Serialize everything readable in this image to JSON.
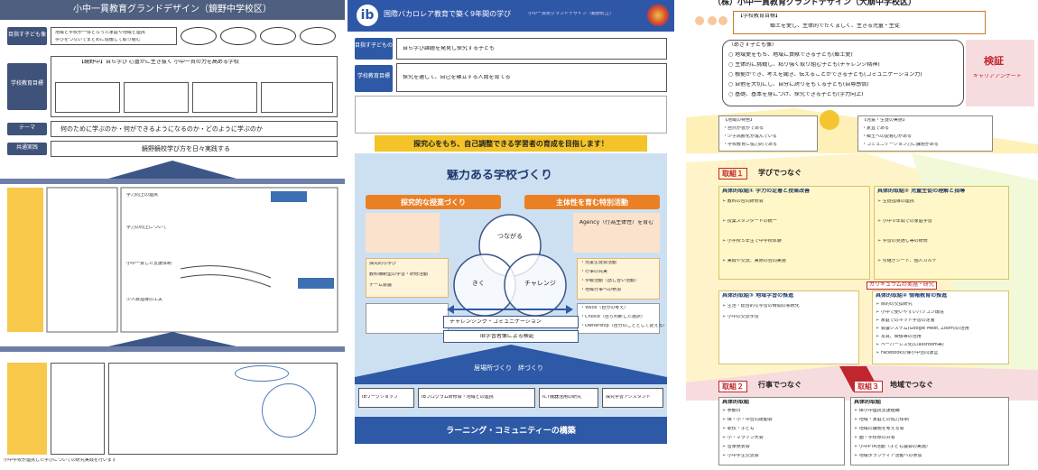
{
  "panel1": {
    "title": "小中一貫教育グランドデザイン（鏡野中学校区）",
    "row_labels": [
      "目指す子ども像",
      "学校教育目標",
      "テーマ",
      "共通実践"
    ],
    "intro_lines": [
      "地域と学校が一体となった家庭や地域と連携",
      "学びをつないでまとめに協働して取り組む"
    ],
    "goal_heading": "【鏡野中】自ら学び 心豊かに生き抜く 小中一貫の力を高める学校",
    "theme": "何のために学ぶのか・何ができるようになるのか・どのように学ぶのか",
    "practice": "鏡野鏡校学び方を日々実践する",
    "side_notes": [
      "学力向上の連携",
      "学力の向上について",
      "小中一貫した支援体制",
      "少人数指導の工夫"
    ],
    "footer": "小中学校が連携した学びについての研究実践を行います"
  },
  "panel2": {
    "title": "国際バカロレア教育で築く9年間の学び",
    "subtitle": "小中一貫校グランドデザイン（鏡野町立）",
    "row_labels": [
      "目指す子どもの姿",
      "学校教育目標"
    ],
    "row1_text": "自ら学び課題を発見し探究する子ども",
    "row2_heading": "探究を通して、自己を確立する人間を育てる",
    "banner": "探究心をもち、自己調整できる学習者の育成を目指します！",
    "main_title": "魅力ある学校づくり",
    "left_head": "探究的な授業づくり",
    "right_head": "主体性を育む特別活動",
    "agency": "Agency（行為主体性）を育む",
    "circle_words": [
      "つながる",
      "きく",
      "チャレンジ"
    ],
    "left_items": [
      "探究的な学び",
      "教科横断型の学習・研修活動",
      "チーム会議"
    ],
    "right_items": [
      "・児童生徒会活動",
      "・行事の充実",
      "・学級活動（話し合い活動）",
      "・地域行事への参加"
    ],
    "voice_items": [
      "・Voice（自分の考え）",
      "・Choice（自ら判断した選択）",
      "・Ownership（自分のこととして捉える）"
    ],
    "center_label": "チャレンジング・コミュニケーション",
    "center_label2": "IB学習者像による検証",
    "lower_band": "居場所づくり　絆づくり",
    "bottom_boxes": [
      "IBワークショップ",
      "IBプログラム研修会・地域との連携",
      "ICT機器活用の研究",
      "探究学習アシスタント"
    ],
    "bottom_band": "ラーニング・コミュニティーの構築"
  },
  "panel3": {
    "title": "（株）小中一貫教育グランドデザイン（大崩中学校区）",
    "edu_goal_label": "【学校教育目標】",
    "edu_goal": "郷土を愛し、主体的でたくましく、生きる児童・生徒",
    "kids_heading": "（めざす子ども像）",
    "kids_items": [
      "○ 地域愛をもち、地域に貢献できる子ども(郷土愛)",
      "○ 主体的に挑戦し、粘り強く取り組む子ども(チャレンジ精神)",
      "○ 根拠ができ、考えを聞き、伝えることができる子ども(コミュニケーション力)",
      "○ 自他を大切にし、自分に誇りをもてる子ども(自尊感情)",
      "○ 基礎、基本を身につけ、探究できる子ども(学力向上)"
    ],
    "verify": "検証",
    "verify_sub": "キャリアアンケート",
    "feature_head": "【地域の特色】",
    "feature_items": [
      "・自然が豊かである",
      "・少子高齢化が進んでいる",
      "・学校教育に協力的である"
    ],
    "student_head": "【児童・生徒の実態】",
    "student_items": [
      "・素直である",
      "・郷土への愛着心がある",
      "・コミュニケーション力に課題がある"
    ],
    "effort1": "取組１",
    "effort1_label": "学びでつなぐ",
    "c1_head": "具体的取組①  学力の定着と授業改善",
    "c1_items": [
      "➢ 教科の合同研修会",
      "➢ 授業スタンダードの統一",
      "➢ 小学校５年生で中学校体験",
      "➢ 実践や交流、実際の合同実施"
    ],
    "c2_head": "具体的取組②  児童生徒の理解と指導",
    "c2_items": [
      "➢ 生徒指導の連携",
      "➢ 小中９年間での家庭学習",
      "➢ 学習の見通し等の研修",
      "➢ 引継ぎシート、個人カルテ"
    ],
    "c3_head": "具体的取組③  地域学習の推進",
    "c3_items": [
      "➢ 生活・総合的な学習の時間の系統化",
      "➢ 小中の交流学習"
    ],
    "c4_head": "具体的取組④  情報教育の推進",
    "c4_items": [
      "➢ 目的の交換研究",
      "➢ 小中で使いやすいパソコン環境",
      "➢ 家庭でのネット学習の定着",
      "➢ 会議システム(Google Meet, Zoom)の活用",
      "➢ 写真、映像等の活用",
      "➢ ペーパーレス化(Classroom等)",
      "➢ Facebookの保小中合同運営"
    ],
    "effort2": "取組２",
    "effort2_label": "行事でつなぐ",
    "effort3": "取組３",
    "effort3_label": "地域でつなぐ",
    "e2_head": "具体的取組",
    "e2_items": [
      "➢ 参観日",
      "➢ 保・小・中合同運動会",
      "➢ 駅伝・子ども",
      "➢ 小・マラソン大会",
      "➢ 音楽発表会",
      "➢ 小中学生交流会"
    ],
    "e3_head": "具体的取組",
    "e3_items": [
      "➢ 保小中連携支援組織",
      "➢ 地域・家庭との協力体制",
      "➢ 地域の課題を考える会",
      "➢ 園・学校祭の共有",
      "➢ 小中PTA活動（子ども議会の実施）",
      "➢ 地域ボランティア活動への参加"
    ],
    "plan_label": "カリキュラムの実施・研究"
  },
  "colors": {
    "navy": "#3f527a",
    "ib_blue": "#2d59a6",
    "yellow": "#f3c327",
    "red": "#c0262d",
    "orange": "#ea7f24"
  }
}
